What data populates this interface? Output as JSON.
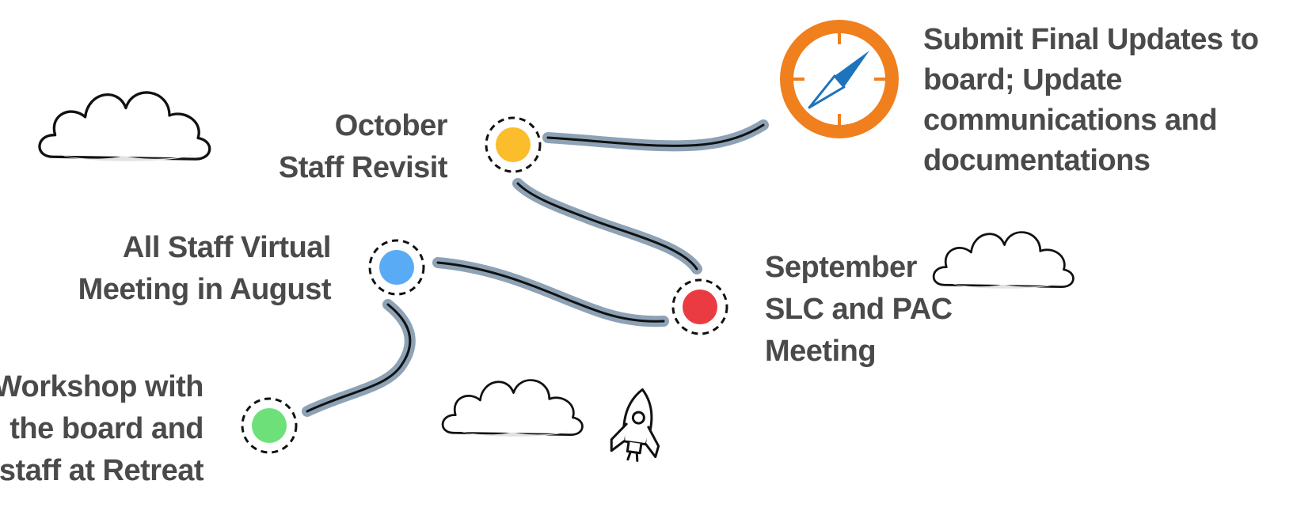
{
  "milestones": {
    "workshop": {
      "lines": [
        "Workshop with",
        "the board and",
        "staff at Retreat"
      ],
      "color": "#6ee07a"
    },
    "august": {
      "lines": [
        "All Staff Virtual",
        "Meeting in August"
      ],
      "color": "#5aabf5"
    },
    "september": {
      "lines": [
        "September",
        "SLC and PAC",
        "Meeting"
      ],
      "color": "#ea3b42"
    },
    "october": {
      "lines": [
        "October",
        "Staff Revisit"
      ],
      "color": "#fbbd2b"
    },
    "final": {
      "lines": [
        "Submit Final Updates to",
        "board; Update",
        "communications and",
        "documentations"
      ]
    }
  },
  "colors": {
    "text": "#4a4a4a",
    "path_shadow": "#8ea2b6",
    "path_line": "#111111",
    "compass_ring": "#f07f1e",
    "compass_needle": "#1d74bd"
  },
  "icons": [
    "compass-icon",
    "rocket-icon",
    "cloud-icon"
  ]
}
